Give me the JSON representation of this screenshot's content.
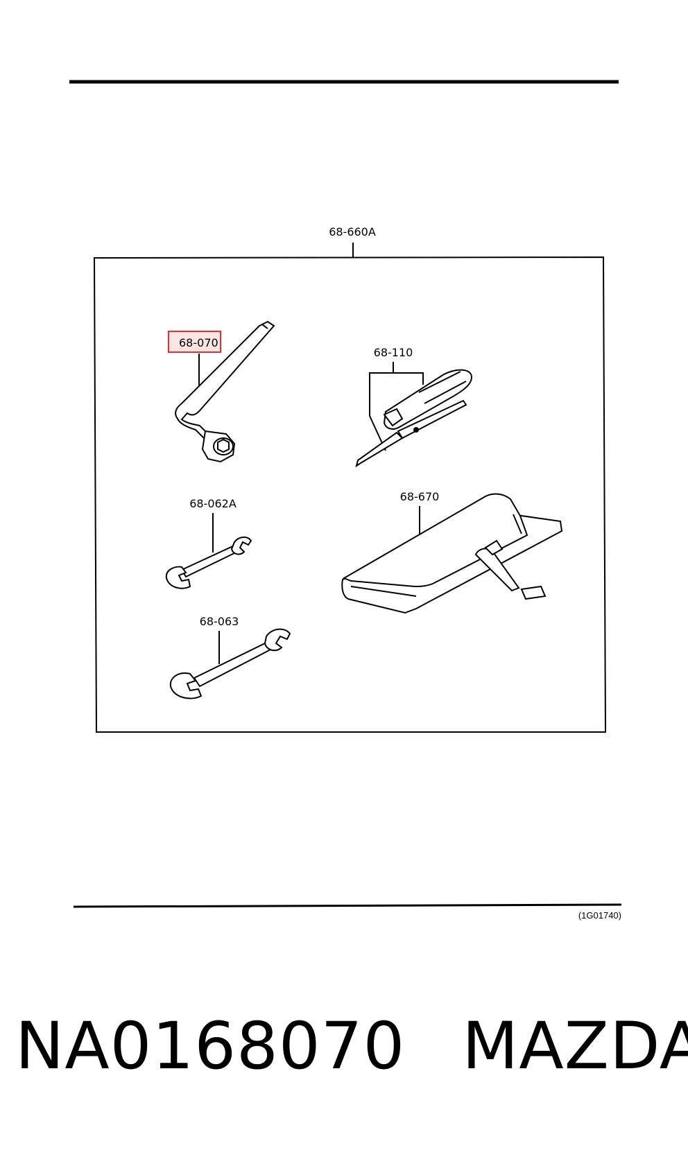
{
  "parts": {
    "kit": "68-660A",
    "lug_wrench": "68-070",
    "screwdriver": "68-110",
    "wrench_small": "68-062A",
    "wrench_large": "68-063",
    "tool_bag": "68-670"
  },
  "highlight": {
    "part": "68-070",
    "stroke_color": "#e03030",
    "fill_color": "#fde4e4"
  },
  "figure_ref": "(1G01740)",
  "caption": {
    "part_number": "NA0168070",
    "brand": "MAZDA"
  }
}
